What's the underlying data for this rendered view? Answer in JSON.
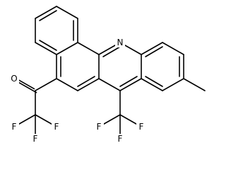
{
  "molecule": {
    "atoms": {
      "ring_nitrogen": "N",
      "carbonyl_oxygen": "O",
      "f_acyl_1": "F",
      "f_acyl_2": "F",
      "f_acyl_3": "F",
      "f_cf3_1": "F",
      "f_cf3_2": "F",
      "f_cf3_3": "F"
    },
    "colors": {
      "bond": "#000000",
      "label": "#000000",
      "background": "#ffffff"
    }
  }
}
